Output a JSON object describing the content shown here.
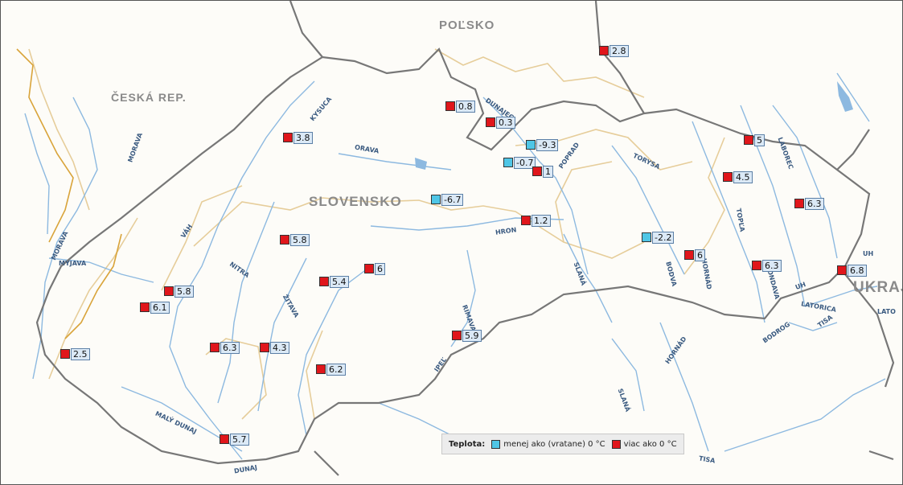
{
  "colors": {
    "cold": "#4fc6e6",
    "warm": "#e0161b",
    "river": "#8db9e0",
    "border": "#707070",
    "basin": "#e6cd9a"
  },
  "countries": {
    "poland": "POĽSKO",
    "czech": "ČESKÁ REP.",
    "slovakia": "SLOVENSKO",
    "ukraine": "UKRAJ"
  },
  "rivers": {
    "morava": "MORAVA",
    "myjava": "MYJAVA",
    "moravia_border": "MORAVA",
    "kysuca": "KYSUCA",
    "orava": "ORAVA",
    "dunajec": "DUNAJEC",
    "poprad": "POPRAD",
    "torysa": "TORYSA",
    "laborec": "LABOREC",
    "vah": "VÁH",
    "nitra": "NITRA",
    "zitava": "ŽITAVA",
    "hron": "HRON",
    "slana": "SLANÁ",
    "bodva": "BODVA",
    "hornad": "HORNÁD",
    "topla": "TOPĽA",
    "ondava": "ONDAVA",
    "uh": "UH",
    "uh2": "UH",
    "latorica": "LATORICA",
    "bodrog": "BODROG",
    "tisa": "TISA",
    "tisa2": "TISA",
    "hornad2": "HORNÁD",
    "slana2": "SLANÁ",
    "rimava": "RIMAVA",
    "ipel": "IPEĽ",
    "maly_dunaj": "MALÝ DUNAJ",
    "dunaj": "DUNAJ",
    "lat": "LATO"
  },
  "stations": [
    {
      "value": "2.8",
      "status": "warm"
    },
    {
      "value": "0.8",
      "status": "warm"
    },
    {
      "value": "0.3",
      "status": "warm"
    },
    {
      "value": "3.8",
      "status": "warm"
    },
    {
      "value": "-9.3",
      "status": "cold"
    },
    {
      "value": "-0.7",
      "status": "cold"
    },
    {
      "value": "1",
      "status": "warm"
    },
    {
      "value": "5",
      "status": "warm"
    },
    {
      "value": "4.5",
      "status": "warm"
    },
    {
      "value": "6.3",
      "status": "warm"
    },
    {
      "value": "-6.7",
      "status": "cold"
    },
    {
      "value": "1.2",
      "status": "warm"
    },
    {
      "value": "5.8",
      "status": "warm"
    },
    {
      "value": "-2.2",
      "status": "cold"
    },
    {
      "value": "6",
      "status": "warm"
    },
    {
      "value": "6",
      "status": "warm"
    },
    {
      "value": "6.3",
      "status": "warm"
    },
    {
      "value": "6.8",
      "status": "warm"
    },
    {
      "value": "5.8",
      "status": "warm"
    },
    {
      "value": "5.4",
      "status": "warm"
    },
    {
      "value": "6.1",
      "status": "warm"
    },
    {
      "value": "2.5",
      "status": "warm"
    },
    {
      "value": "6.3",
      "status": "warm"
    },
    {
      "value": "4.3",
      "status": "warm"
    },
    {
      "value": "5.9",
      "status": "warm"
    },
    {
      "value": "6.2",
      "status": "warm"
    },
    {
      "value": "5.7",
      "status": "warm"
    }
  ],
  "legend": {
    "title": "Teplota:",
    "cold_label": "menej ako (vratane) 0 °C",
    "warm_label": "viac ako 0 °C"
  }
}
